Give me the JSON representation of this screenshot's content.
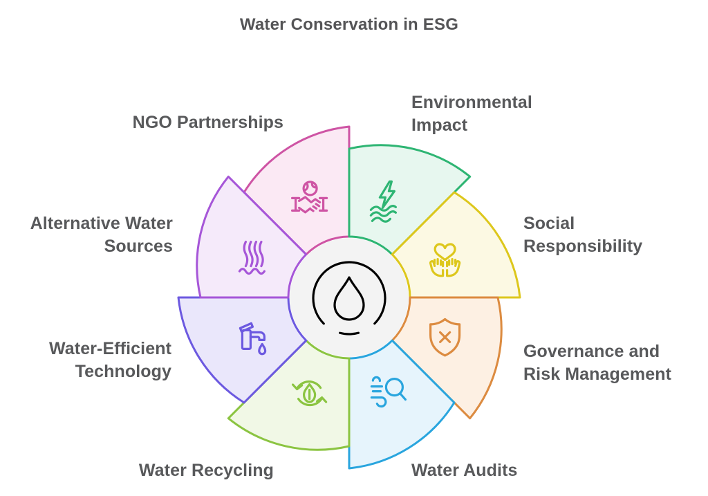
{
  "title": "Water Conservation in ESG",
  "text_color": "#58595b",
  "center": {
    "icon": "water-drop-icon",
    "fill": "#f3f3f3",
    "stroke": "#8f8f8f"
  },
  "segments": [
    {
      "label": "NGO Partnerships",
      "icon": "handshake-globe-icon",
      "color": "#ce54a4",
      "fill": "#fbe9f4"
    },
    {
      "label": "Environmental Impact",
      "icon": "energy-wave-icon",
      "color": "#2eb573",
      "fill": "#e7f7ef"
    },
    {
      "label": "Social Responsibility",
      "icon": "hands-heart-icon",
      "color": "#ddc71c",
      "fill": "#fcf9e3"
    },
    {
      "label": "Governance and Risk Management",
      "icon": "shield-x-icon",
      "color": "#dc8b40",
      "fill": "#fdf0e3"
    },
    {
      "label": "Water Audits",
      "icon": "audit-search-icon",
      "color": "#29a5de",
      "fill": "#e6f4fc"
    },
    {
      "label": "Water Recycling",
      "icon": "recycle-leaf-icon",
      "color": "#8bc441",
      "fill": "#f1f8e6"
    },
    {
      "label": "Water-Efficient Technology",
      "icon": "faucet-drop-icon",
      "color": "#6c59e0",
      "fill": "#eae7fb"
    },
    {
      "label": "Alternative Water Sources",
      "icon": "waterfall-icon",
      "color": "#a656d8",
      "fill": "#f5eafa"
    }
  ]
}
